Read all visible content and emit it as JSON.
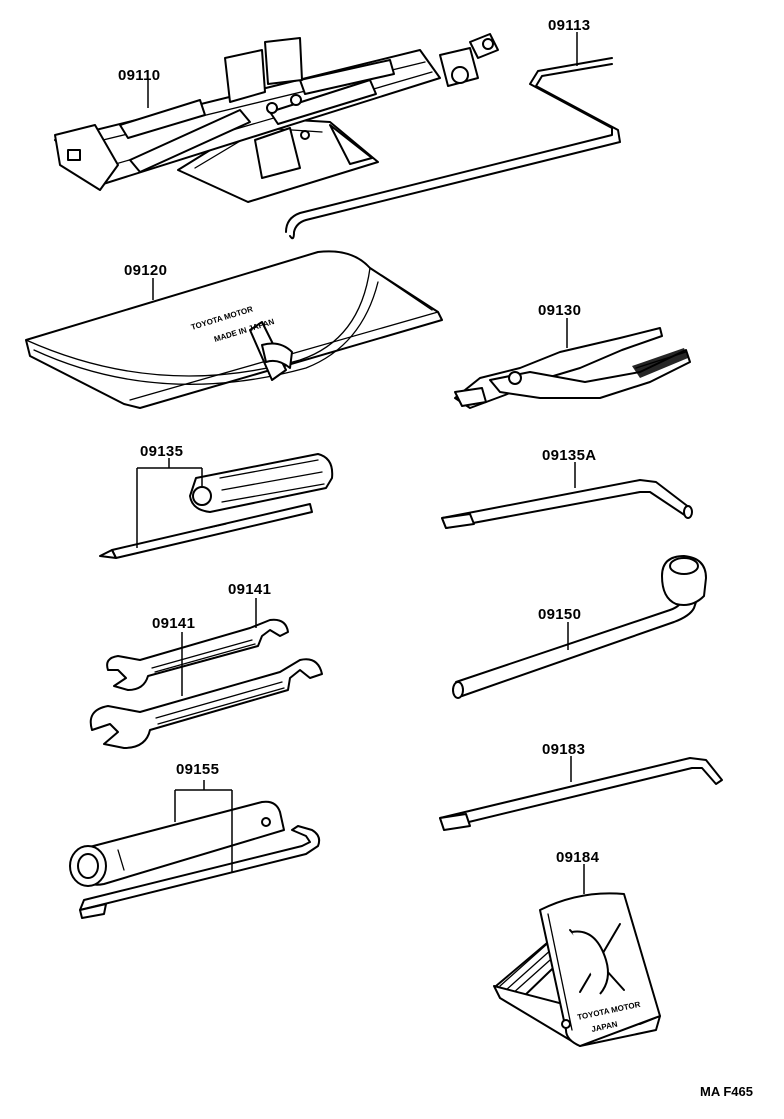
{
  "parts": {
    "jack": "09110",
    "jack_handle": "09113",
    "tool_bag": "09120",
    "pliers": "09130",
    "screwdriver": "09135",
    "screwdriver_bar": "09135A",
    "wrench_upper": "09141",
    "wrench_lower": "09141",
    "hub_nut_wrench": "09150",
    "socket_wrench": "09155",
    "handle_bar": "09183",
    "wheel_chock": "09184"
  },
  "markings": {
    "bag_line1": "TOYOTA MOTOR",
    "bag_line2": "MADE IN JAPAN",
    "chock_line1": "TOYOTA MOTOR",
    "chock_line2": "JAPAN"
  },
  "diagram_code": "MA F465"
}
